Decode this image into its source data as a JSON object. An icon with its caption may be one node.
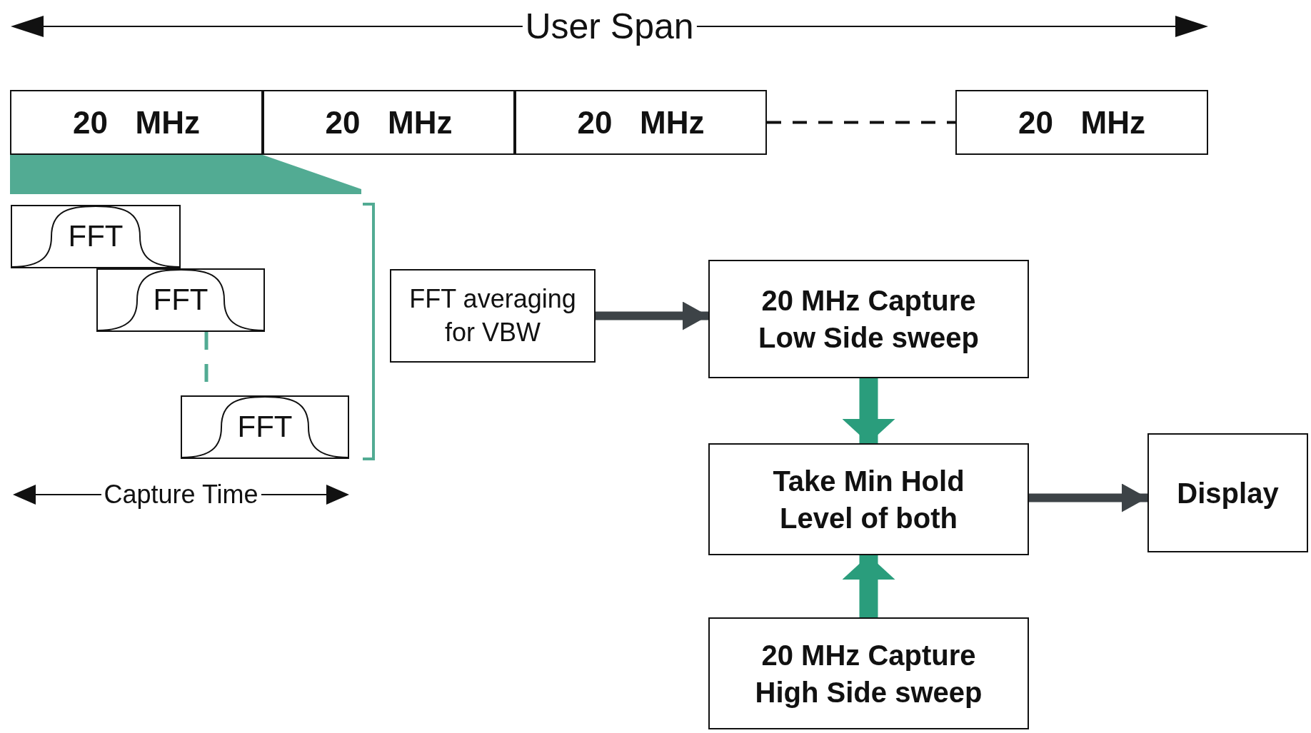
{
  "diagram": {
    "nodes": [
      {
        "text": [
          "20 MHz"
        ]
      },
      {
        "text": [
          "20 MHz"
        ]
      },
      {
        "text": [
          "20 MHz"
        ]
      },
      {
        "text": [
          "20 MHz"
        ]
      },
      {
        "text": [
          "FFT"
        ]
      },
      {
        "text": [
          "FFT"
        ]
      },
      {
        "text": [
          "FFT"
        ]
      },
      {
        "text": [
          "FFT averaging for VBW"
        ]
      },
      {
        "text": [
          "20 MHz Capture Low Side sweep"
        ]
      },
      {
        "text": [
          "Take Min Hold Level of both"
        ]
      },
      {
        "text": [
          "20 MHz Capture High Side sweep"
        ]
      },
      {
        "text": [
          "Display"
        ]
      }
    ],
    "edges": [
      {
        "from": 2,
        "to": 3,
        "arrow": "none",
        "style": "dashed"
      },
      {
        "from": 5,
        "to": 6,
        "arrow": "none",
        "style": "dashed",
        "color": "#52ab93"
      },
      {
        "from": 7,
        "to": 8,
        "arrow": "to",
        "color": "#3d4347"
      },
      {
        "from": 8,
        "to": 9,
        "arrow": "to",
        "style": "thick",
        "color": "#2a9d7c"
      },
      {
        "from": 10,
        "to": 9,
        "arrow": "to",
        "style": "thick",
        "color": "#2a9d7c"
      },
      {
        "from": 9,
        "to": 11,
        "arrow": "to",
        "color": "#3d4347"
      }
    ],
    "labels": [
      "User Span",
      "Capture Time"
    ]
  }
}
